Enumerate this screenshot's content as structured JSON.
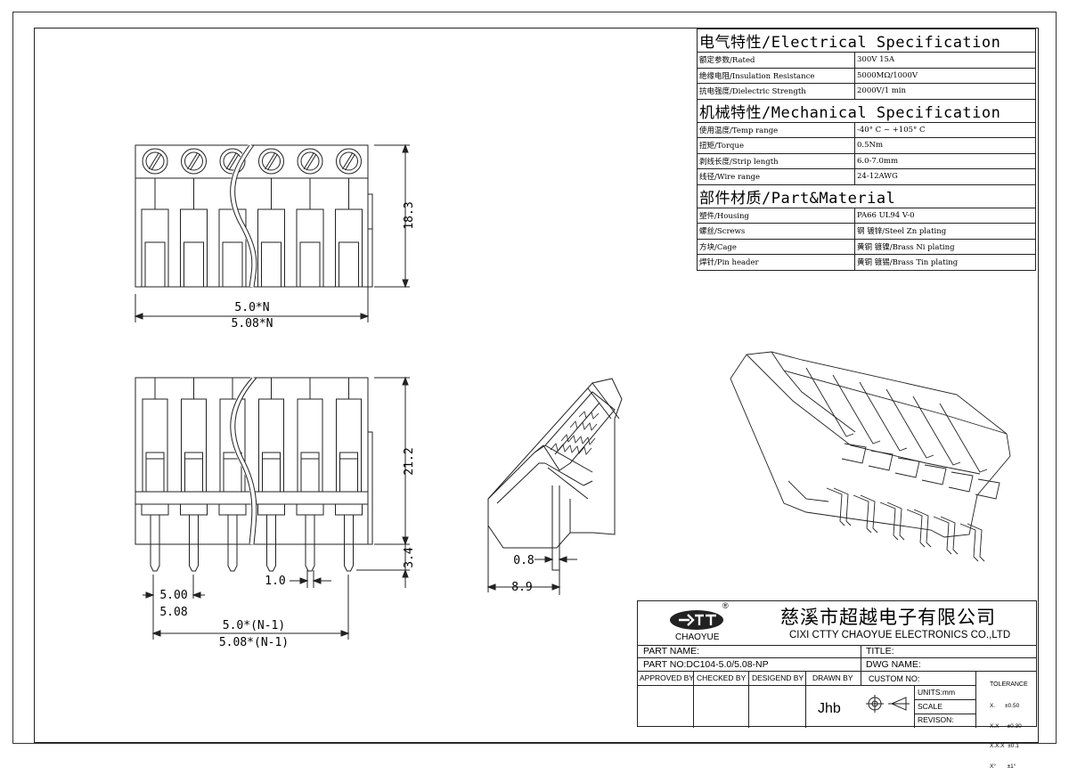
{
  "spec": {
    "electrical_title": "电气特性/Electrical Specification",
    "electrical": [
      {
        "label": "额定参数/Rated",
        "value": "300V 15A"
      },
      {
        "label": "绝缘电阻/Insulation Resistance",
        "value": "5000MΩ/1000V"
      },
      {
        "label": "抗电强度/Dielectric Strength",
        "value": "2000V/1 min"
      }
    ],
    "mechanical_title": "机械特性/Mechanical Specification",
    "mechanical": [
      {
        "label": "使用温度/Temp range",
        "value": "-40° C ~ +105° C"
      },
      {
        "label": "扭矩/Torque",
        "value": "0.5Nm"
      },
      {
        "label": "剥线长度/Strip length",
        "value": "6.0-7.0mm"
      },
      {
        "label": "线径/Wire range",
        "value": "24-12AWG"
      }
    ],
    "material_title": "部件材质/Part&Material",
    "material": [
      {
        "label": "塑件/Housing",
        "value": "PA66 UL94 V-0"
      },
      {
        "label": "螺丝/Screws",
        "value": "钢 镀锌/Steel Zn plating"
      },
      {
        "label": "方块/Cage",
        "value": "黄铜 镀镍/Brass Ni plating"
      },
      {
        "label": "焊针/Pin header",
        "value": "黄铜 镀锡/Brass Tin plating"
      }
    ]
  },
  "dims": {
    "top_width_a": "5.0*N",
    "top_width_b": "5.08*N",
    "top_height": "18.3",
    "front_height": "21.2",
    "pin_len": "3.4",
    "pin_width": "1.0",
    "pitch_a": "5.00",
    "pitch_b": "5.08",
    "span_a": "5.0*(N-1)",
    "span_b": "5.08*(N-1)",
    "side_pin": "0.8",
    "side_depth": "8.9"
  },
  "titleblock": {
    "logo_text": "CHAOYUE",
    "registered": "®",
    "company_cn": "慈溪市超越电子有限公司",
    "company_en": "CIXI CTTY CHAOYUE ELECTRONICS CO.,LTD",
    "part_name_label": "PART NAME:",
    "title_label": "TITLE:",
    "part_no": "PART NO:DC104-5.0/5.08-NP",
    "dwg_name_label": "DWG NAME:",
    "approved_by": "APPROVED BY",
    "checked_by": "CHECKED BY",
    "designed_by": "DESIGEND BY",
    "drawn_by": "DRAWN BY",
    "drawn_by_value": "Jhb",
    "custom_no": "CUSTOM NO:",
    "units": "UNITS:mm",
    "scale": "SCALE",
    "revision": "REVISON:",
    "tolerance_title": "TOLERANCE",
    "tolerance": [
      "X.      ±0.50",
      "X.X     ±0.30",
      "X.X.X  ±0.1",
      "X°       ±1°"
    ]
  }
}
